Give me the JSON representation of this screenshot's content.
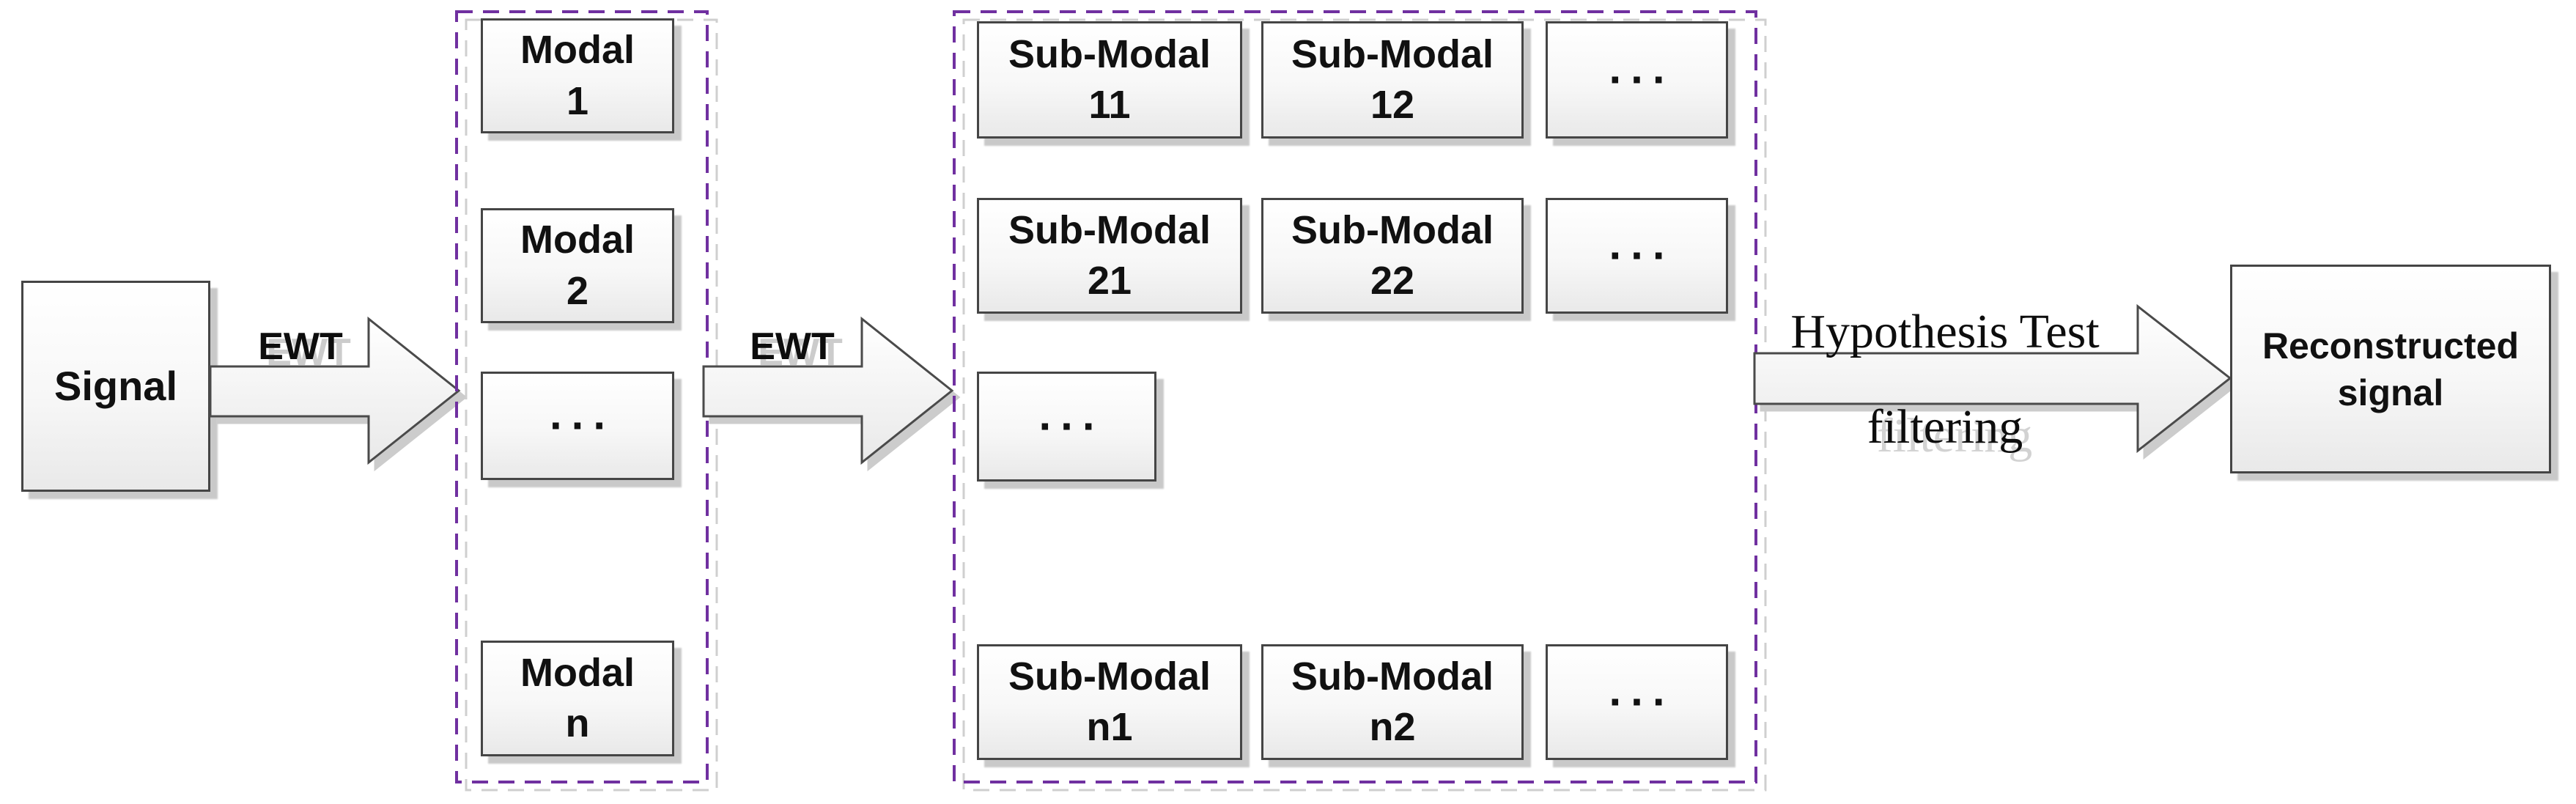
{
  "nodes": {
    "signal": {
      "label": "Signal"
    },
    "reconstructed": {
      "line1": "Reconstructed",
      "line2": "signal"
    }
  },
  "arrows": {
    "ewt1": {
      "label": "EWT"
    },
    "ewt2": {
      "label": "EWT"
    },
    "hypothesis": {
      "line1": "Hypothesis Test",
      "line2": "filtering"
    }
  },
  "modal_group": {
    "items": [
      {
        "line1": "Modal",
        "line2": "1"
      },
      {
        "line1": "Modal",
        "line2": "2"
      },
      {
        "line1": "..."
      },
      {
        "line1": "Modal",
        "line2": "n"
      }
    ]
  },
  "submodal_group": {
    "rows": [
      [
        {
          "line1": "Sub-Modal",
          "line2": "11"
        },
        {
          "line1": "Sub-Modal",
          "line2": "12"
        },
        {
          "line1": "..."
        }
      ],
      [
        {
          "line1": "Sub-Modal",
          "line2": "21"
        },
        {
          "line1": "Sub-Modal",
          "line2": "22"
        },
        {
          "line1": "..."
        }
      ],
      [
        {
          "line1": "..."
        }
      ],
      [
        {
          "line1": "Sub-Modal",
          "line2": "n1"
        },
        {
          "line1": "Sub-Modal",
          "line2": "n2"
        },
        {
          "line1": "..."
        }
      ]
    ]
  },
  "colors": {
    "dashed_container_border": "#7030a0",
    "box_border": "#454545",
    "shadow": "#c9c9c9",
    "box_fill_top": "#ffffff",
    "box_fill_bottom": "#e9e9e9",
    "text": "#111111"
  }
}
